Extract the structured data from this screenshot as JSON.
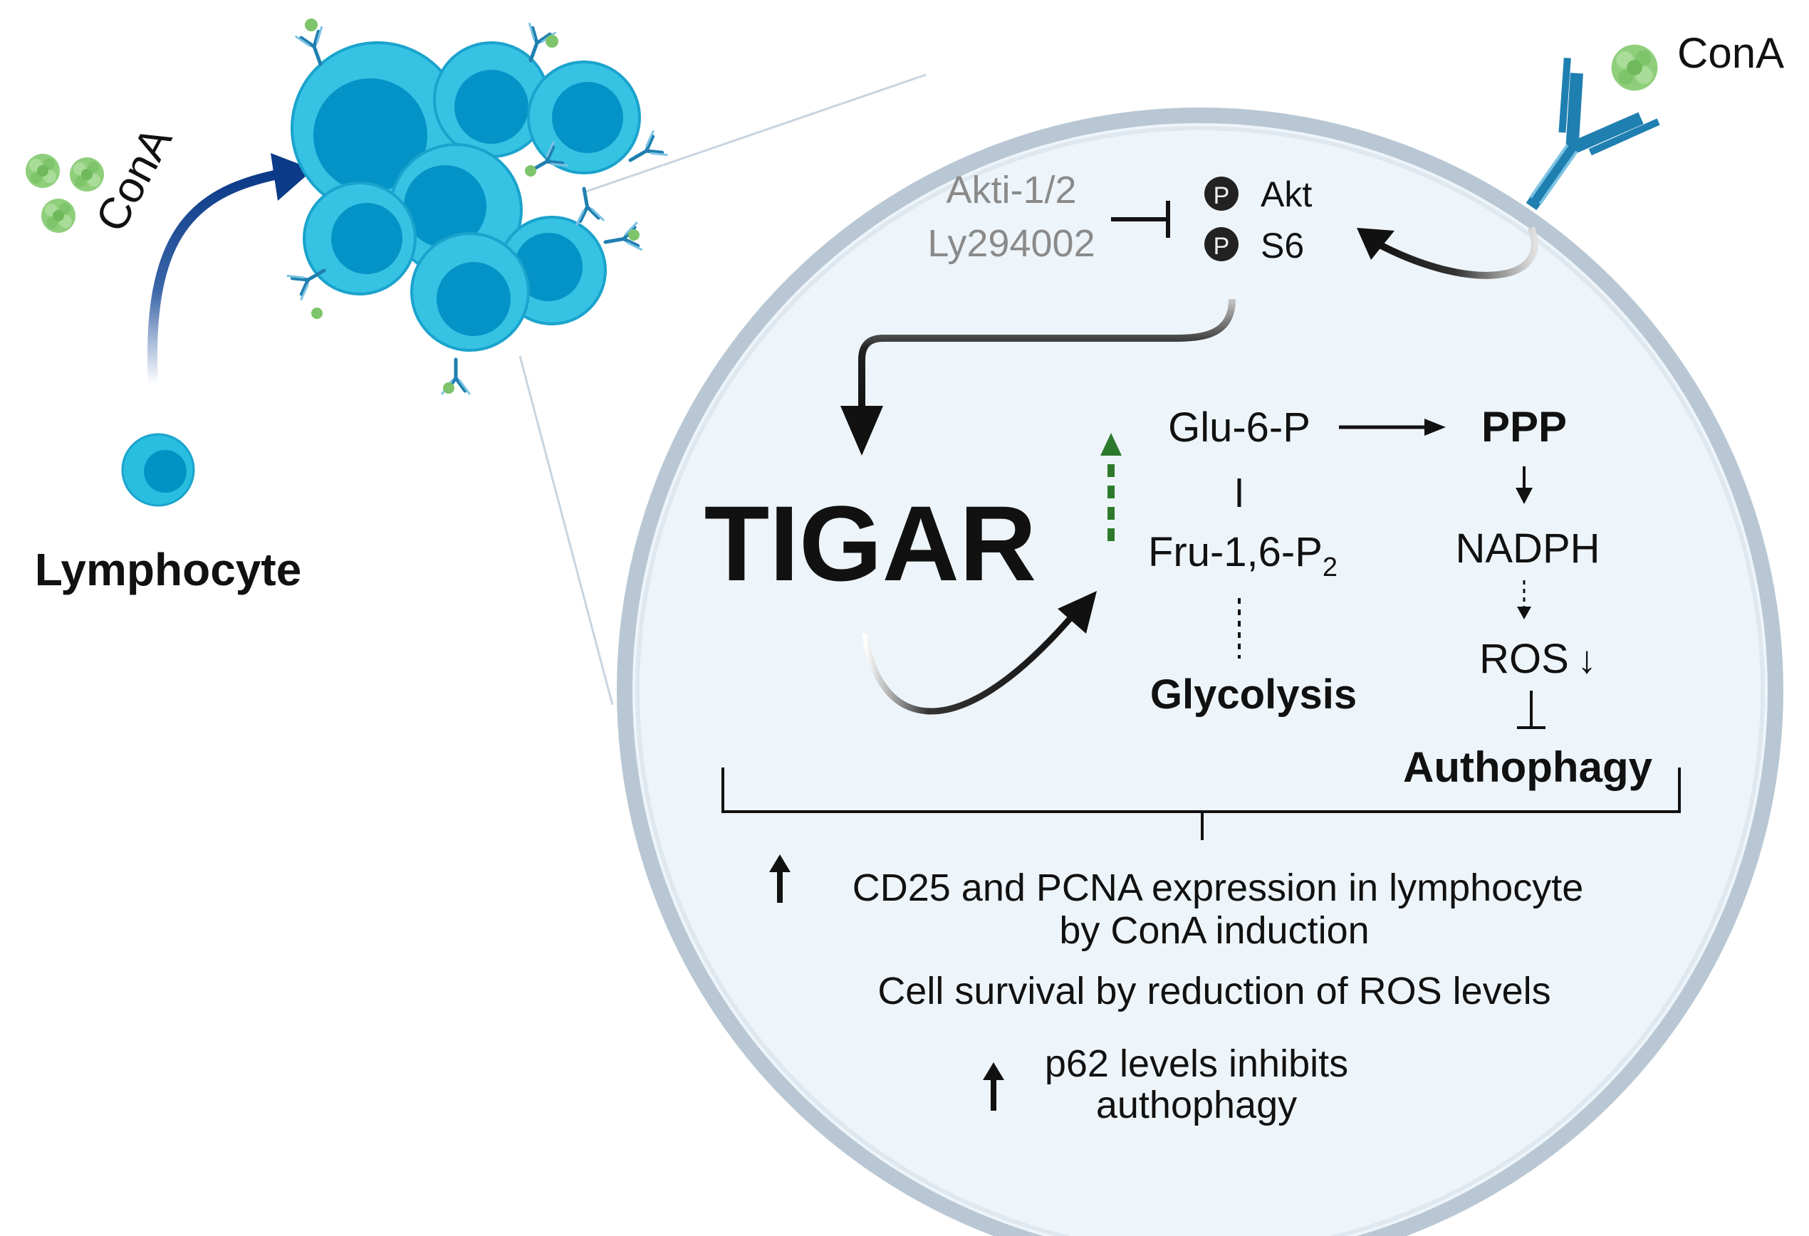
{
  "colors": {
    "cell_outer": "#29bde0",
    "cell_inner": "#0093c4",
    "cell_stroke": "#0a8ab8",
    "circle_fill": "#eef5fa",
    "circle_ring": "#b8c7d3",
    "conA_green": "#7ec46a",
    "antibody_blue": "#1f7fb0",
    "dark_arrow": "#0b3a88",
    "green_dashed": "#2d7a2d",
    "text_black": "#111111",
    "text_gray": "#8a8a8a"
  },
  "left": {
    "conA_label": "ConA",
    "lymphocyte_label": "Lymphocyte"
  },
  "top_right": {
    "conA_label": "ConA"
  },
  "pathway": {
    "inhibitor_1": "Akti-1/2",
    "inhibitor_2": "Ly294002",
    "phospho_marker": "P",
    "akt_label": "Akt",
    "s6_label": "S6",
    "tigar_label": "TIGAR",
    "glu6p_label": "Glu-6-P",
    "ppp_label": "PPP",
    "fru_label": "Fru-1,6-P",
    "fru_subscript": "2",
    "glycolysis_label": "Glycolysis",
    "nadph_label": "NADPH",
    "ros_label": "ROS",
    "ros_arrow": "↓",
    "autophagy_label": "Authophagy"
  },
  "outcomes": {
    "line1a": "CD25 and PCNA expression in lymphocyte",
    "line1b": "by ConA induction",
    "line2": "Cell survival by reduction of ROS levels",
    "line3a": "p62 levels inhibits",
    "line3b": "authophagy"
  }
}
